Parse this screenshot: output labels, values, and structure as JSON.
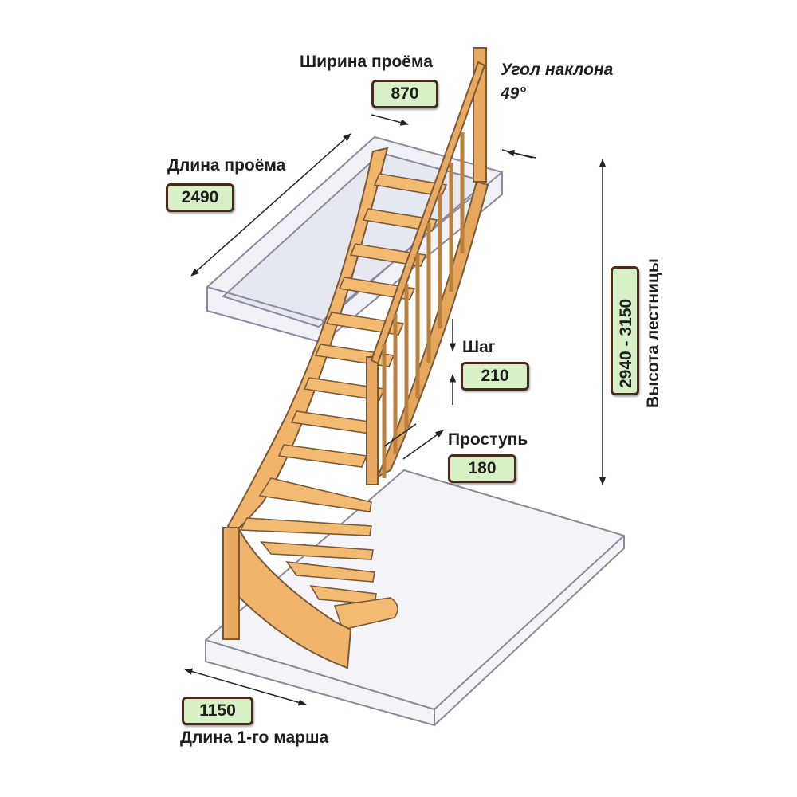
{
  "labels": {
    "opening_width": {
      "title": "Ширина проёма",
      "value": "870"
    },
    "slope_angle": {
      "title": "Угол наклона",
      "value": "49°"
    },
    "opening_length": {
      "title": "Длина проёма",
      "value": "2490"
    },
    "step_height": {
      "title": "Шаг",
      "value": "210"
    },
    "tread_depth": {
      "title": "Проступь",
      "value": "180"
    },
    "stair_height": {
      "title": "Высота лестницы",
      "value": "2940 - 3150"
    },
    "first_flight_length": {
      "title": "Длина 1-го марша",
      "value": "1150"
    }
  },
  "colors": {
    "value_box_fill": "#d8f0c6",
    "value_box_border": "#4a2a1c",
    "wood": "#f0b46a",
    "wood_dark": "#c98a3e",
    "outline": "#7a5a3a",
    "floor_outline": "#8a8a9a"
  }
}
